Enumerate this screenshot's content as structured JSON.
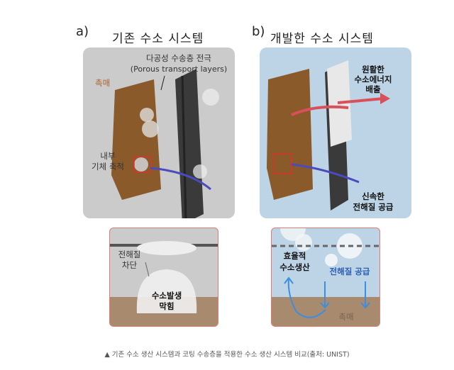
{
  "panel_a": {
    "letter": "a)",
    "title": "기존 수소 시스템",
    "pte_label": "다공성 수송층 전극",
    "pte_label_en": "(Porous transport layers)",
    "catalyst_label": "촉매",
    "gas_label_1": "내부",
    "gas_label_2": "기체 축적"
  },
  "panel_b": {
    "letter": "b)",
    "title": "개발한 수소 시스템",
    "release_1": "원활한",
    "release_2": "수소에너지",
    "release_3": "배출",
    "supply_1": "신속한",
    "supply_2": "전해질 공급"
  },
  "detail_a": {
    "block_1": "전해질",
    "block_2": "차단",
    "bubble_1": "수소발생",
    "bubble_2": "막힘"
  },
  "detail_b": {
    "eff_1": "효율적",
    "eff_2": "수소생산",
    "supply": "전해질 공급",
    "catalyst": "촉매"
  },
  "caption": "▲ 기존 수소 생산 시스템과 코팅 수송층을 적용한 수소 생산 시스템 비교(출처: UNIST)",
  "colors": {
    "panel_a_bg": "#cbcbcb",
    "panel_b_bg": "#bdd4e6",
    "catalyst": "#8a5a2b",
    "detail_border": "#e07a72",
    "arrow_red": "#d9505a",
    "arrow_blue": "#3b8ee0",
    "blue_text": "#2a5fb5"
  }
}
